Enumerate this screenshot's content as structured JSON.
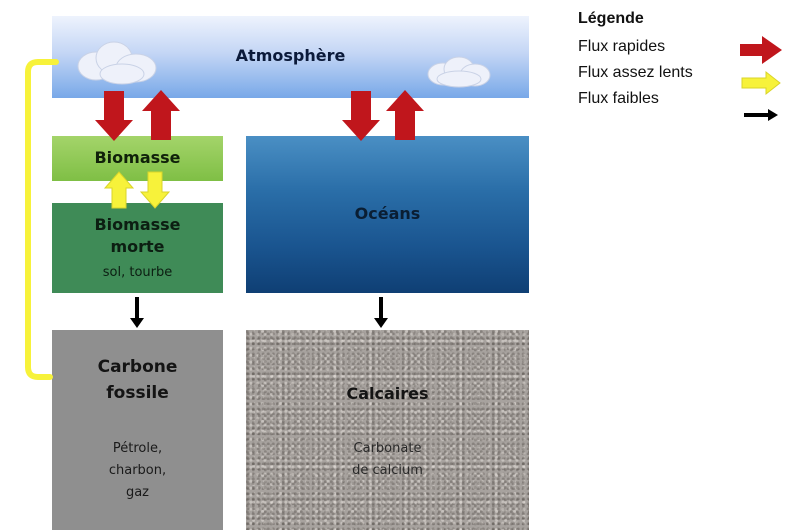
{
  "atmosphere": {
    "label": "Atmosphère"
  },
  "biomasse": {
    "label": "Biomasse"
  },
  "biomasse_morte": {
    "line1": "Biomasse",
    "line2": "morte",
    "detail": "sol, tourbe"
  },
  "oceans": {
    "label": "Océans"
  },
  "carbone_fossile": {
    "line1": "Carbone",
    "line2": "fossile",
    "detail1": "Pétrole,",
    "detail2": "charbon,",
    "detail3": "gaz"
  },
  "calcaires": {
    "label": "Calcaires",
    "detail1": "Carbonate",
    "detail2": "de calcium"
  },
  "legend": {
    "title": "Légende",
    "items": [
      {
        "label": "Flux rapides",
        "color": "#c0161c"
      },
      {
        "label": "Flux assez lents",
        "color": "#f7f23a"
      },
      {
        "label": "Flux faibles",
        "color": "#000000"
      }
    ]
  }
}
